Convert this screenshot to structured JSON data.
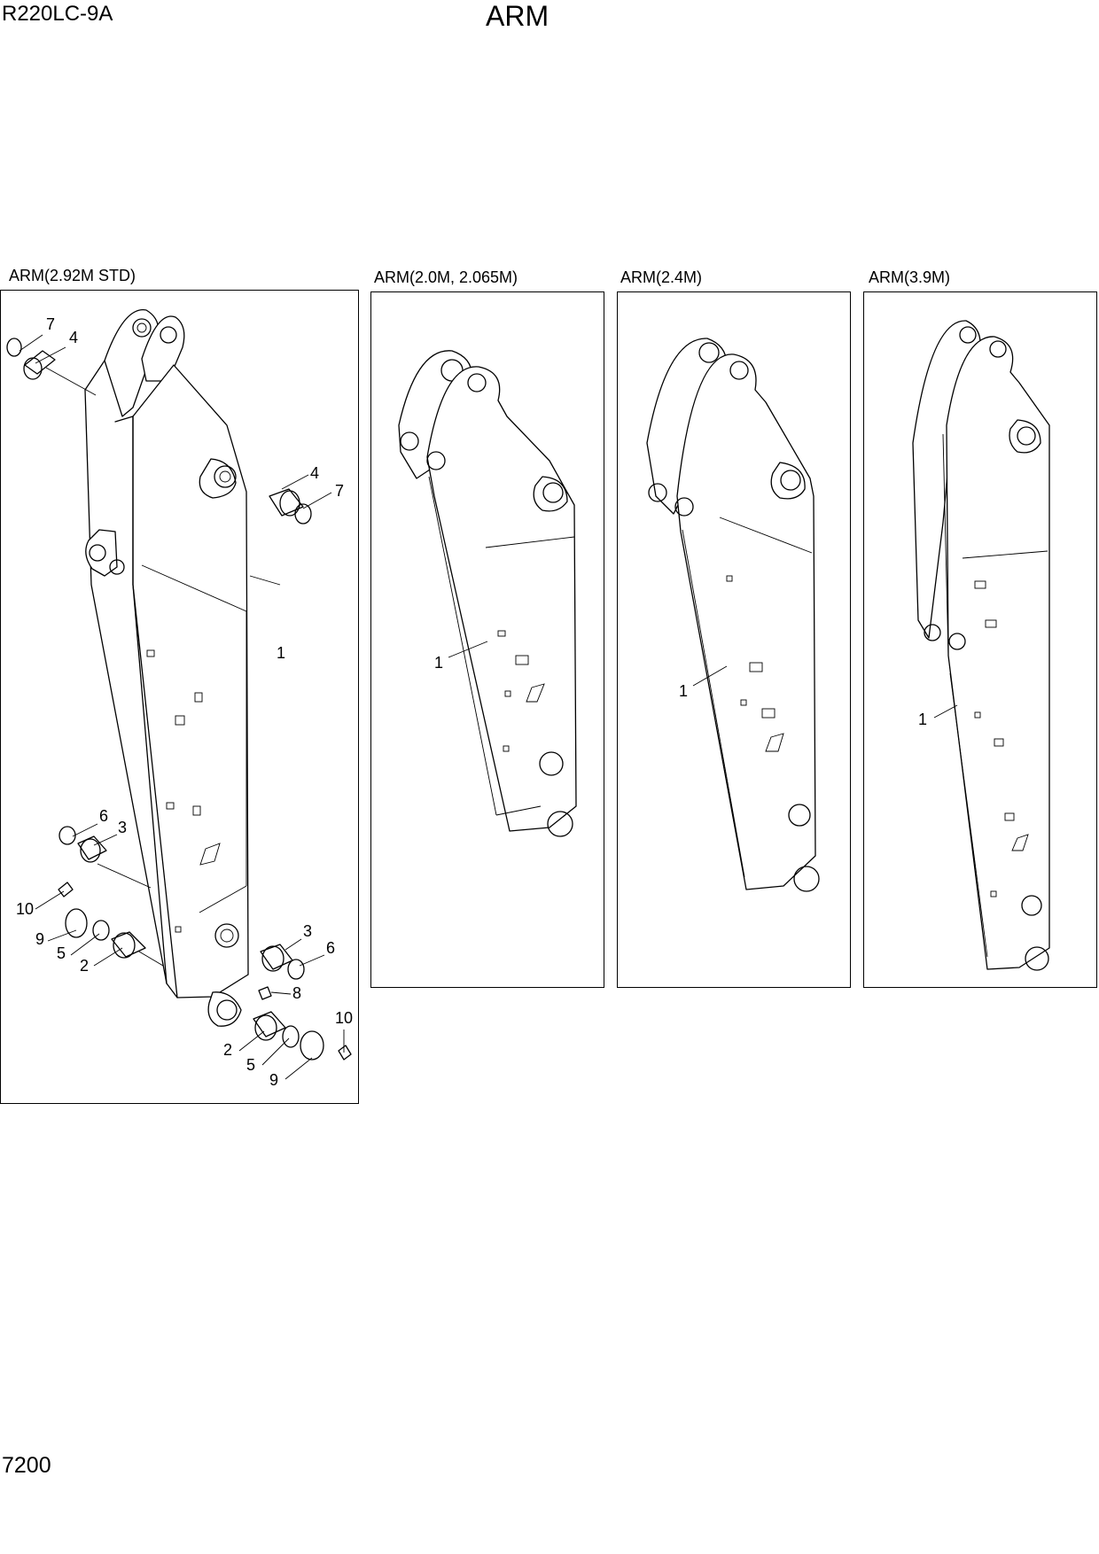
{
  "header": {
    "model": "R220LC-9A",
    "title": "ARM"
  },
  "page_number": "7200",
  "panels": [
    {
      "label": "ARM(2.92M STD)"
    },
    {
      "label": "ARM(2.0M, 2.065M)"
    },
    {
      "label": "ARM(2.4M)"
    },
    {
      "label": "ARM(3.9M)"
    }
  ],
  "callouts": {
    "std": [
      "7",
      "4",
      "4",
      "7",
      "1",
      "6",
      "3",
      "10",
      "9",
      "5",
      "2",
      "3",
      "6",
      "8",
      "10",
      "2",
      "5",
      "9"
    ],
    "arm_2_0": [
      "1"
    ],
    "arm_2_4": [
      "1"
    ],
    "arm_3_9": [
      "1"
    ]
  }
}
